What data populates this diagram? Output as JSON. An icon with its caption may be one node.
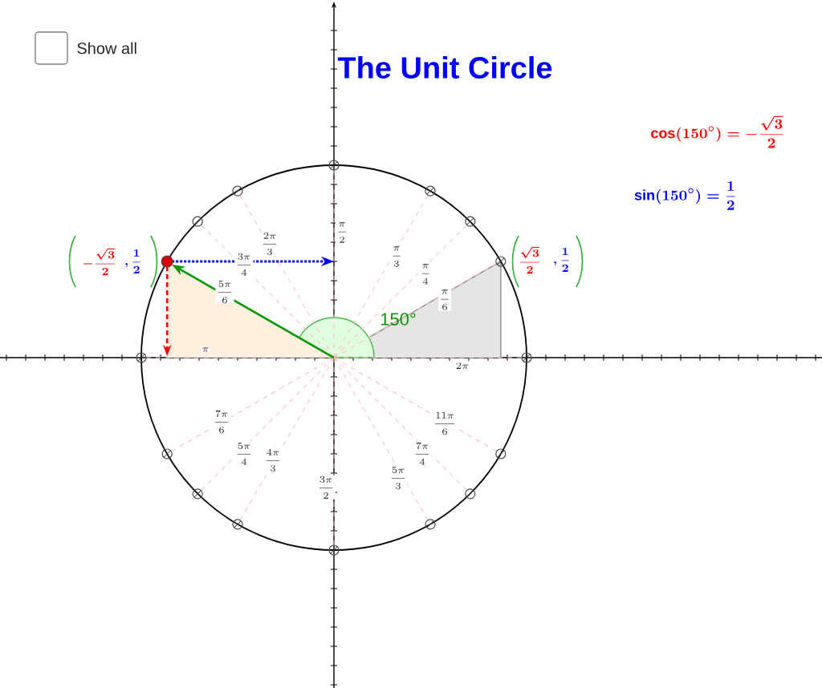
{
  "diagram": {
    "title": "The Unit Circle",
    "labels": [
      "Show all",
      "\\cos(150^{\\circ}) = -\\frac{\\sqrt{3}}{2}",
      "\\sin(150^{\\circ}) = \\frac{1}{2}",
      "\\frac{\\pi}{2}",
      "\\frac{2\\pi}{3}",
      "-\\frac{\\sqrt{3}}{2}",
      ",\\frac{1}{2}",
      "\\frac{3\\pi}{4}",
      "\\frac{\\pi}{3}",
      "\\frac{\\pi}{4}",
      "\\frac{\\sqrt{3}}{2}",
      ",\\frac{1}{2}",
      "\\frac{5\\pi}{6}",
      "\\frac{\\pi}{6}",
      "150°",
      "\\pi",
      "2\\pi",
      "\\frac{7\\pi}{6}",
      "\\frac{11\\pi}{6}",
      "\\frac{5\\pi}{4}",
      "\\frac{4\\pi}{3}",
      "\\frac{7\\pi}{4}",
      "\\frac{3\\pi}{2}",
      "\\frac{5\\pi}{3}"
    ]
  }
}
